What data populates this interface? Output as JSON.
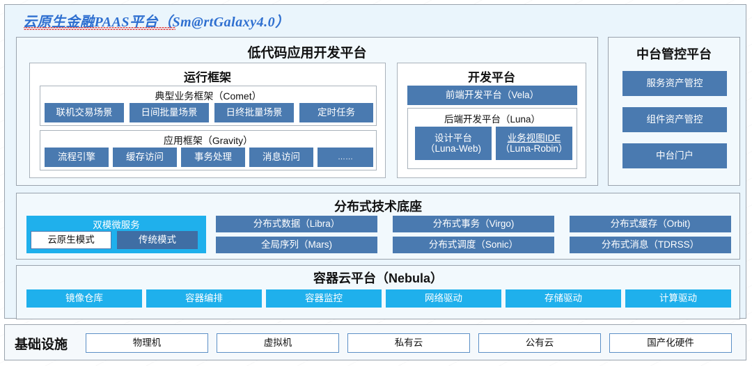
{
  "colors": {
    "accent_blue": "#4a7ab0",
    "accent_cyan": "#1fb0ec",
    "dark_chip": "#3f6ea4",
    "panel_bg": "#eaf5fc",
    "title_blue": "#2e6fd0",
    "spellcheck_red": "#e53935"
  },
  "platform": {
    "title": "云原生金融PAAS平台（Sm@rtGalaxy4.0）"
  },
  "lowcode": {
    "header": "低代码应用开发平台",
    "runtime": {
      "header": "运行框架",
      "comet": {
        "header": "典型业务框架（Comet）",
        "items": [
          "联机交易场景",
          "日间批量场景",
          "日终批量场景",
          "定时任务"
        ]
      },
      "gravity": {
        "header": "应用框架（Gravity）",
        "items": [
          "流程引擎",
          "缓存访问",
          "事务处理",
          "消息访问",
          "……"
        ]
      }
    },
    "devplatform": {
      "header": "开发平台",
      "frontend": "前端开发平台（Vela）",
      "luna": {
        "header": "后端开发平台（Luna）",
        "items": [
          {
            "line1": "设计平台",
            "line2": "（Luna-Web)"
          },
          {
            "line1": "业务视图IDE",
            "line2": "（Luna-Robin）"
          }
        ]
      }
    }
  },
  "midplatform": {
    "header": "中台管控平台",
    "items": [
      "服务资产管控",
      "组件资产管控",
      "中台门户"
    ]
  },
  "distbase": {
    "header": "分布式技术底座",
    "dualmode": {
      "title": "双模微服务",
      "modes": [
        "云原生模式",
        "传统模式"
      ]
    },
    "items": [
      "分布式数据（Libra）",
      "分布式事务（Virgo)",
      "分布式缓存（Orbit)",
      "全局序列（Mars)",
      "分布式调度（Sonic）",
      "分布式消息（TDRSS）"
    ]
  },
  "container": {
    "header": "容器云平台（Nebula）",
    "items": [
      "镜像仓库",
      "容器编排",
      "容器监控",
      "网络驱动",
      "存储驱动",
      "计算驱动"
    ]
  },
  "infrastructure": {
    "label": "基础设施",
    "items": [
      "物理机",
      "虚拟机",
      "私有云",
      "公有云",
      "国产化硬件"
    ]
  }
}
